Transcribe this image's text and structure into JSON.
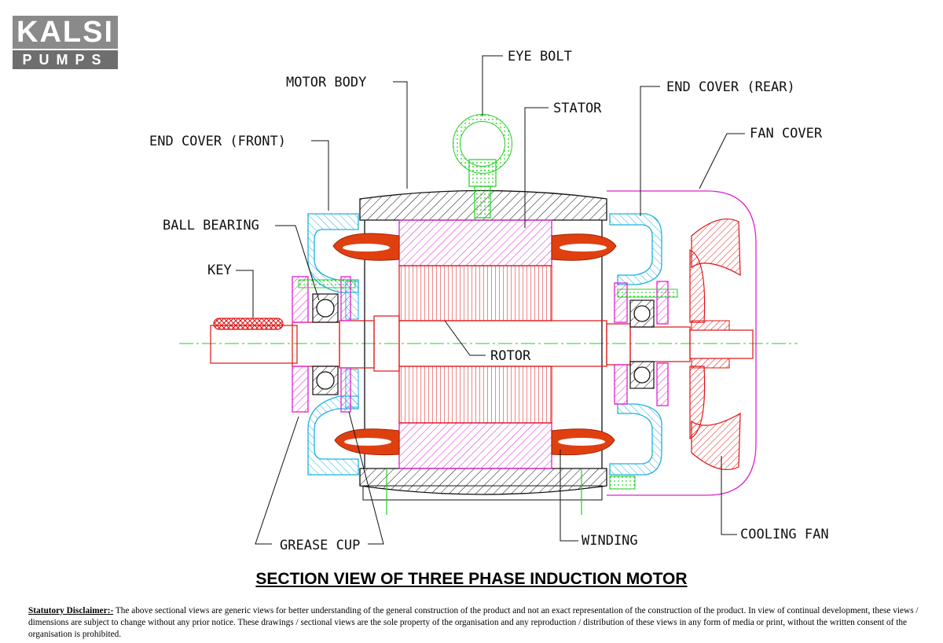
{
  "logo": {
    "top": "KALSI",
    "bottom": "PUMPS"
  },
  "labels": {
    "eye_bolt": "EYE BOLT",
    "motor_body": "MOTOR BODY",
    "end_cover_rear": "END COVER (REAR)",
    "stator": "STATOR",
    "end_cover_front": "END COVER (FRONT)",
    "fan_cover": "FAN COVER",
    "ball_bearing": "BALL BEARING",
    "key": "KEY",
    "rotor": "ROTOR",
    "grease_cup": "GREASE CUP",
    "winding": "WINDING",
    "cooling_fan": "COOLING FAN"
  },
  "title": "SECTION VIEW OF THREE PHASE INDUCTION MOTOR",
  "disclaimer": {
    "heading": "Statutory Disclaimer:-",
    "text": " The above sectional views are generic views for better understanding of the general construction of the product and not an exact representation of the construction of the product. In view of continual development, these views / dimensions are subject to change without any prior notice. These drawings / sectional views are the sole property of the organisation and any reproduction / distribution of these views in any form of media or print, without the written consent of the organisation is prohibited."
  },
  "colors": {
    "magenta": "#e020d0",
    "cyan": "#1eb0e0",
    "green": "#20d020",
    "red": "#e01010",
    "orange": "#e04010",
    "black": "#111111"
  }
}
